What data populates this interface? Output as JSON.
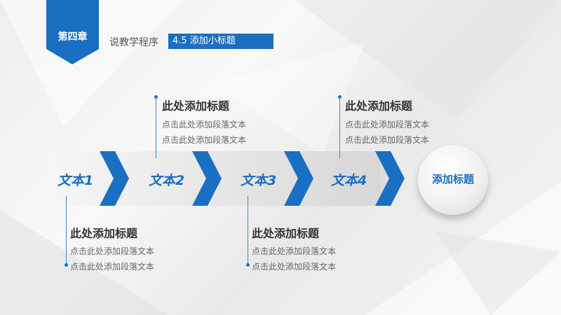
{
  "header": {
    "chapter_badge": "第四章",
    "subject": "说教学程序",
    "section": "4.5  添加小标题"
  },
  "colors": {
    "accent": "#1b6fc2",
    "text_dark": "#333333",
    "text_body": "#666666"
  },
  "timeline": {
    "steps": [
      "文本1",
      "文本2",
      "文本3",
      "文本4"
    ],
    "end_label": "添加标题"
  },
  "callouts": [
    {
      "title": "此处添加标题",
      "line1": "点击此处添加段落文本",
      "line2": "点击此处添加段落文本"
    },
    {
      "title": "此处添加标题",
      "line1": "点击此处添加段落文本",
      "line2": "点击此处添加段落文本"
    },
    {
      "title": "此处添加标题",
      "line1": "点击此处添加段落文本",
      "line2": "点击此处添加段落文本"
    },
    {
      "title": "此处添加标题",
      "line1": "点击此处添加段落文本",
      "line2": "点击此处添加段落文本"
    }
  ]
}
